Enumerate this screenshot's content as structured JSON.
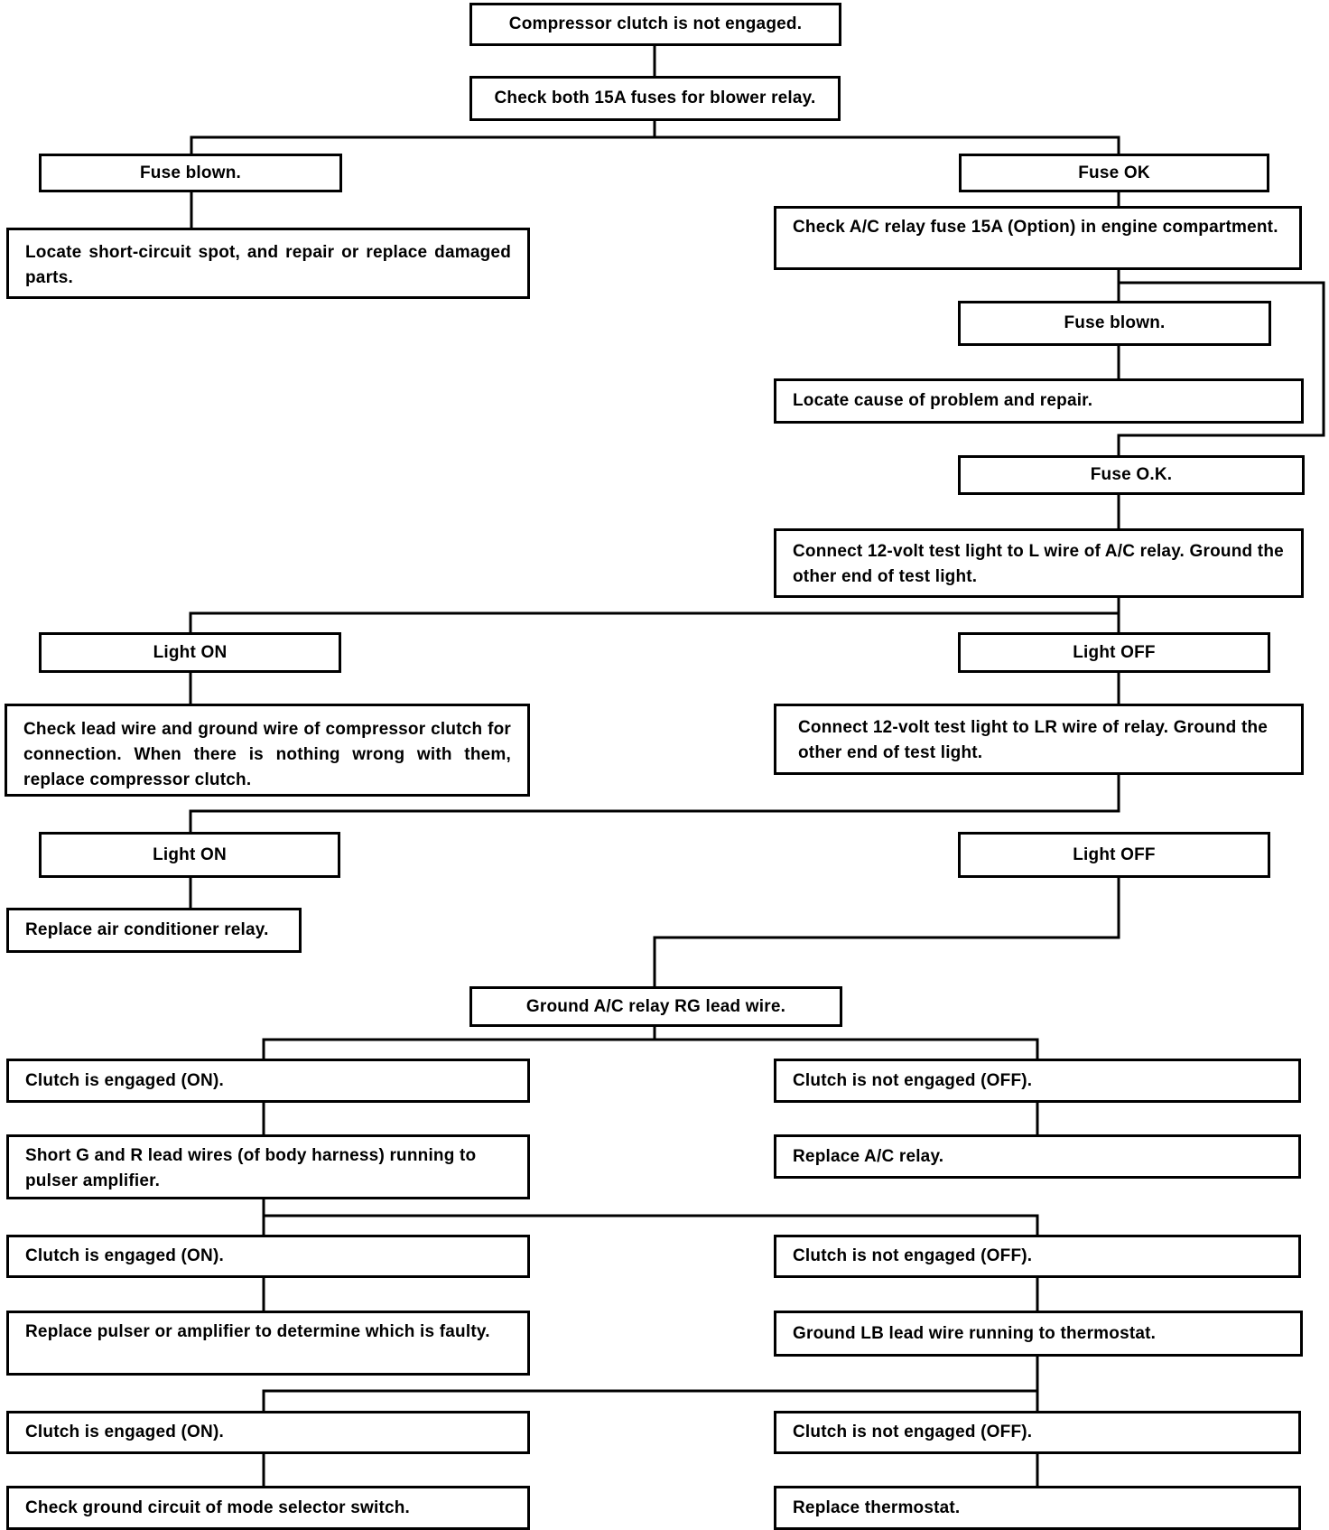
{
  "flowchart": {
    "start": "Compressor clutch is not engaged.",
    "check_blower_fuses": "Check both 15A fuses for blower relay.",
    "blower_fuse_blown": "Fuse blown.",
    "blower_fuse_blown_action": "Locate short-circuit spot, and repair or replace damaged parts.",
    "blower_fuse_ok": "Fuse OK",
    "check_ac_relay_fuse": "Check A/C relay fuse 15A (Option) in engine compartment.",
    "ac_fuse_blown": "Fuse blown.",
    "ac_fuse_blown_action": "Locate cause of problem and repair.",
    "ac_fuse_ok": "Fuse O.K.",
    "test_l_wire": "Connect 12-volt test light to L wire of A/C relay. Ground the other end of test light.",
    "l_light_on": "Light ON",
    "l_light_on_action": "Check lead wire and ground wire of compressor clutch for connection. When there is nothing wrong with them, replace compressor clutch.",
    "l_light_off": "Light OFF",
    "test_lr_wire": "Connect 12-volt test light to LR wire of relay. Ground the other end of test light.",
    "lr_light_on": "Light ON",
    "lr_light_on_action": "Replace air conditioner relay.",
    "lr_light_off": "Light OFF",
    "ground_rg": "Ground A/C relay RG lead wire.",
    "rg_clutch_on": "Clutch is engaged (ON).",
    "rg_clutch_on_action": "Short G and R lead wires (of body harness) running to pulser amplifier.",
    "rg_clutch_off": "Clutch is not engaged (OFF).",
    "rg_clutch_off_action": "Replace A/C relay.",
    "gr_clutch_on": "Clutch is engaged (ON).",
    "gr_clutch_on_action": "Replace pulser or amplifier to determine which is faulty.",
    "gr_clutch_off": "Clutch is not engaged (OFF).",
    "gr_clutch_off_action": "Ground LB lead wire running to thermostat.",
    "lb_clutch_on": "Clutch is engaged (ON).",
    "lb_clutch_on_action": "Check ground circuit of mode selector switch.",
    "lb_clutch_off": "Clutch is not engaged (OFF).",
    "lb_clutch_off_action": "Replace thermostat."
  }
}
